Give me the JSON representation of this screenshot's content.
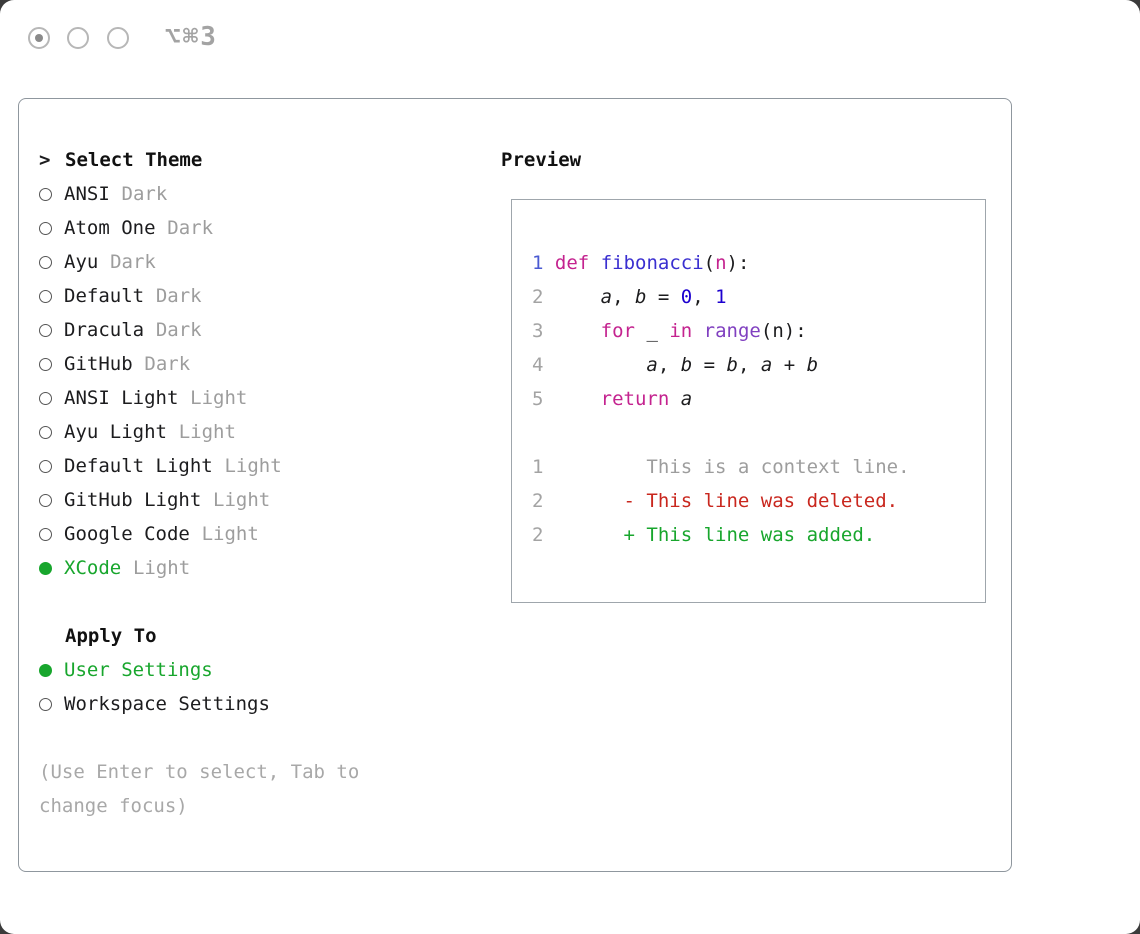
{
  "palette": {
    "green": "#18a62d",
    "muted": "#9d9d9d",
    "hint": "#a8a8a8",
    "kw": "#c4238f",
    "fn": "#3a2fd0",
    "num": "#1c00cf",
    "call": "#8040c0",
    "prm": "#c4238f",
    "ctx": "#9d9d9d",
    "del": "#c9271e",
    "add": "#18a62d",
    "lnum": "#a3a3a3",
    "lnum-active": "#4a5ad2"
  },
  "titlebar": {
    "shortcut": "⌥⌘3"
  },
  "selector": {
    "prompt": ">",
    "title": "Select Theme",
    "themes": [
      {
        "name": "ANSI",
        "variant": "Dark",
        "selected": false
      },
      {
        "name": "Atom One",
        "variant": "Dark",
        "selected": false
      },
      {
        "name": "Ayu",
        "variant": "Dark",
        "selected": false
      },
      {
        "name": "Default",
        "variant": "Dark",
        "selected": false
      },
      {
        "name": "Dracula",
        "variant": "Dark",
        "selected": false
      },
      {
        "name": "GitHub",
        "variant": "Dark",
        "selected": false
      },
      {
        "name": "ANSI Light",
        "variant": "Light",
        "selected": false
      },
      {
        "name": "Ayu Light",
        "variant": "Light",
        "selected": false
      },
      {
        "name": "Default Light",
        "variant": "Light",
        "selected": false
      },
      {
        "name": "GitHub Light",
        "variant": "Light",
        "selected": false
      },
      {
        "name": "Google Code",
        "variant": "Light",
        "selected": false
      },
      {
        "name": "XCode",
        "variant": "Light",
        "selected": true
      }
    ],
    "apply": {
      "title": "Apply To",
      "options": [
        {
          "label": "User Settings",
          "selected": true
        },
        {
          "label": "Workspace Settings",
          "selected": false
        }
      ]
    },
    "hint": "(Use Enter to select, Tab to change focus)"
  },
  "preview": {
    "title": "Preview",
    "code": [
      {
        "num": "1",
        "num_color": "blue",
        "tokens": [
          [
            "def",
            "kw"
          ],
          [
            " ",
            "pl"
          ],
          [
            "fibonacci",
            "fn"
          ],
          [
            "(",
            "pl"
          ],
          [
            "n",
            "prm"
          ],
          [
            "):",
            "pl"
          ]
        ]
      },
      {
        "num": "2",
        "num_color": "gray",
        "tokens": [
          [
            "    ",
            "pl"
          ],
          [
            "a",
            "var"
          ],
          [
            ", ",
            "pl"
          ],
          [
            "b",
            "var"
          ],
          [
            " = ",
            "pl"
          ],
          [
            "0",
            "num"
          ],
          [
            ", ",
            "pl"
          ],
          [
            "1",
            "num"
          ]
        ]
      },
      {
        "num": "3",
        "num_color": "gray",
        "tokens": [
          [
            "    ",
            "pl"
          ],
          [
            "for",
            "kw"
          ],
          [
            " _ ",
            "pl"
          ],
          [
            "in",
            "kw"
          ],
          [
            " ",
            "pl"
          ],
          [
            "range",
            "call"
          ],
          [
            "(n):",
            "pl"
          ]
        ]
      },
      {
        "num": "4",
        "num_color": "gray",
        "tokens": [
          [
            "        ",
            "pl"
          ],
          [
            "a",
            "var"
          ],
          [
            ", ",
            "pl"
          ],
          [
            "b",
            "var"
          ],
          [
            " = ",
            "pl"
          ],
          [
            "b",
            "var"
          ],
          [
            ", ",
            "pl"
          ],
          [
            "a",
            "var"
          ],
          [
            " + ",
            "pl"
          ],
          [
            "b",
            "var"
          ]
        ]
      },
      {
        "num": "5",
        "num_color": "gray",
        "tokens": [
          [
            "    ",
            "pl"
          ],
          [
            "return",
            "kw"
          ],
          [
            " ",
            "pl"
          ],
          [
            "a",
            "var"
          ]
        ]
      },
      {
        "num": "",
        "num_color": "gray",
        "tokens": []
      },
      {
        "num": "1",
        "num_color": "gray",
        "tokens": [
          [
            "        This is a context line.",
            "ctx"
          ]
        ]
      },
      {
        "num": "2",
        "num_color": "gray",
        "tokens": [
          [
            "      - This line was deleted.",
            "del"
          ]
        ]
      },
      {
        "num": "2",
        "num_color": "gray",
        "tokens": [
          [
            "      + This line was added.",
            "add"
          ]
        ]
      }
    ]
  }
}
